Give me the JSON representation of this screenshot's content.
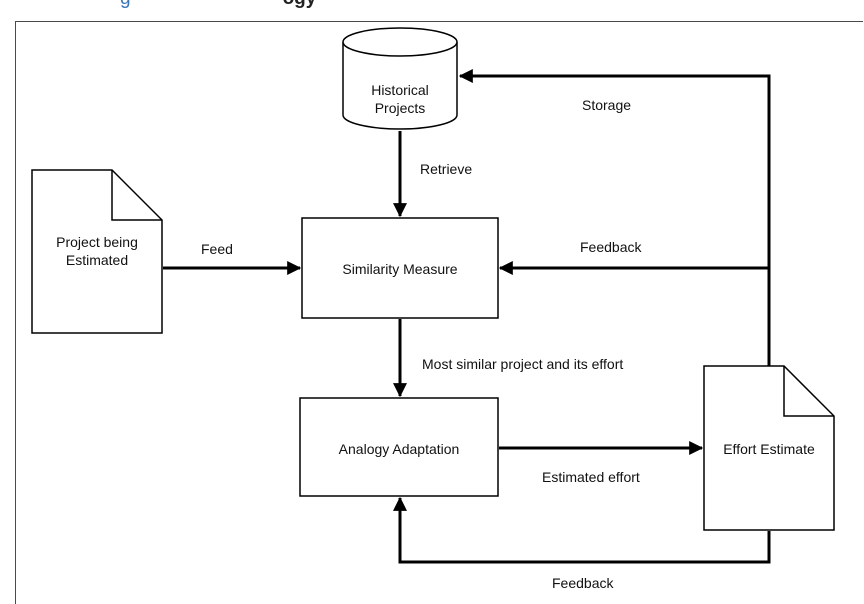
{
  "header": {
    "link_text": "g",
    "bold_text": "ogy"
  },
  "nodes": {
    "historical_projects": "Historical Projects",
    "project_being_estimated": "Project being Estimated",
    "similarity_measure": "Similarity Measure",
    "analogy_adaptation": "Analogy Adaptation",
    "effort_estimate": "Effort Estimate"
  },
  "edges": {
    "storage": "Storage",
    "retrieve": "Retrieve",
    "feed": "Feed",
    "feedback_top": "Feedback",
    "most_similar": "Most similar project and its effort",
    "estimated_effort": "Estimated effort",
    "feedback_bottom": "Feedback"
  },
  "colors": {
    "stroke": "#000000",
    "header_link": "#3b74b8"
  }
}
